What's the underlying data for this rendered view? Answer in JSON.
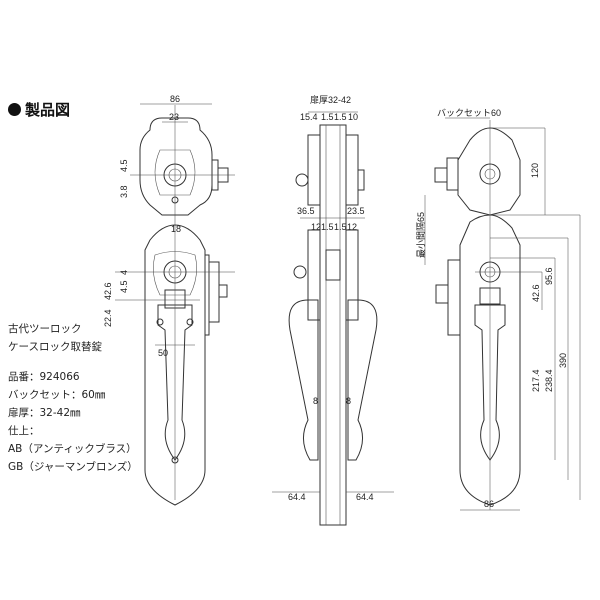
{
  "title": "製品図",
  "description": {
    "line1": "古代ツーロック",
    "line2": "ケースロック取替錠",
    "part_no": "品番：924066",
    "backset": "バックセット：60㎜",
    "door_thickness": "扉厚：32-42㎜",
    "finish_label": "仕上：",
    "finish_ab": "AB（アンティックブラス）",
    "finish_gb": "GB（ジャーマンブロンズ）"
  },
  "front_view": {
    "width": "86",
    "cyl_width": "23",
    "dim_38": "3.8",
    "dim_45a": "4.5",
    "dim_18": "18",
    "dim_4": "4",
    "dim_45b": "4.5",
    "dim_426": "42.6",
    "dim_224": "22.4",
    "dim_50": "50"
  },
  "side_view": {
    "door_thickness": "扉厚32-42",
    "top": [
      "15.4",
      "1.5",
      "1.5",
      "10"
    ],
    "mid_left": "36.5",
    "mid_right": "23.5",
    "mid": [
      "12",
      "1.5",
      "1.5",
      "12"
    ],
    "dim_8a": "8",
    "dim_8b": "8",
    "lever_left": "64.4",
    "lever_right": "64.4"
  },
  "back_view": {
    "backset": "バックセット60",
    "dim_120": "120",
    "min_gap": "最小間隔65",
    "dim_956": "95.6",
    "dim_426": "42.6",
    "dim_2174": "217.4",
    "dim_2384": "238.4",
    "dim_390": "390",
    "width": "86"
  }
}
